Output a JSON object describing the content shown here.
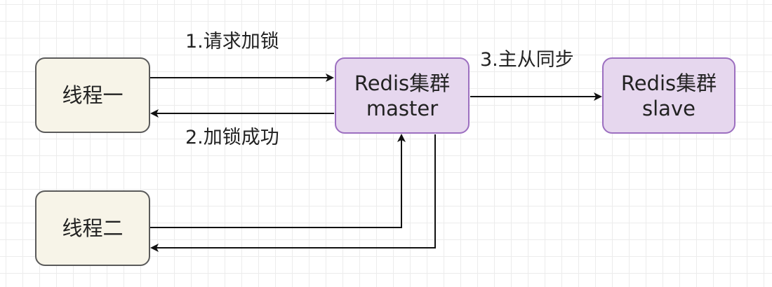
{
  "nodes": {
    "thread_one": {
      "label": "线程一"
    },
    "thread_two": {
      "label": "线程二"
    },
    "redis_master": {
      "line1": "Redis集群",
      "line2": "master"
    },
    "redis_slave": {
      "line1": "Redis集群",
      "line2": "slave"
    }
  },
  "edges": {
    "request_lock": {
      "label": "1.请求加锁"
    },
    "lock_success": {
      "label": "2.加锁成功"
    },
    "master_slave_sync": {
      "label": "3.主从同步"
    },
    "thread_two_to_master": {
      "label": ""
    },
    "master_to_thread_two": {
      "label": ""
    }
  },
  "colors": {
    "thread_fill": "#f7f4e8",
    "redis_fill": "#e6d7ee",
    "redis_border": "#9c6fc0",
    "edge_stroke": "#111111"
  }
}
